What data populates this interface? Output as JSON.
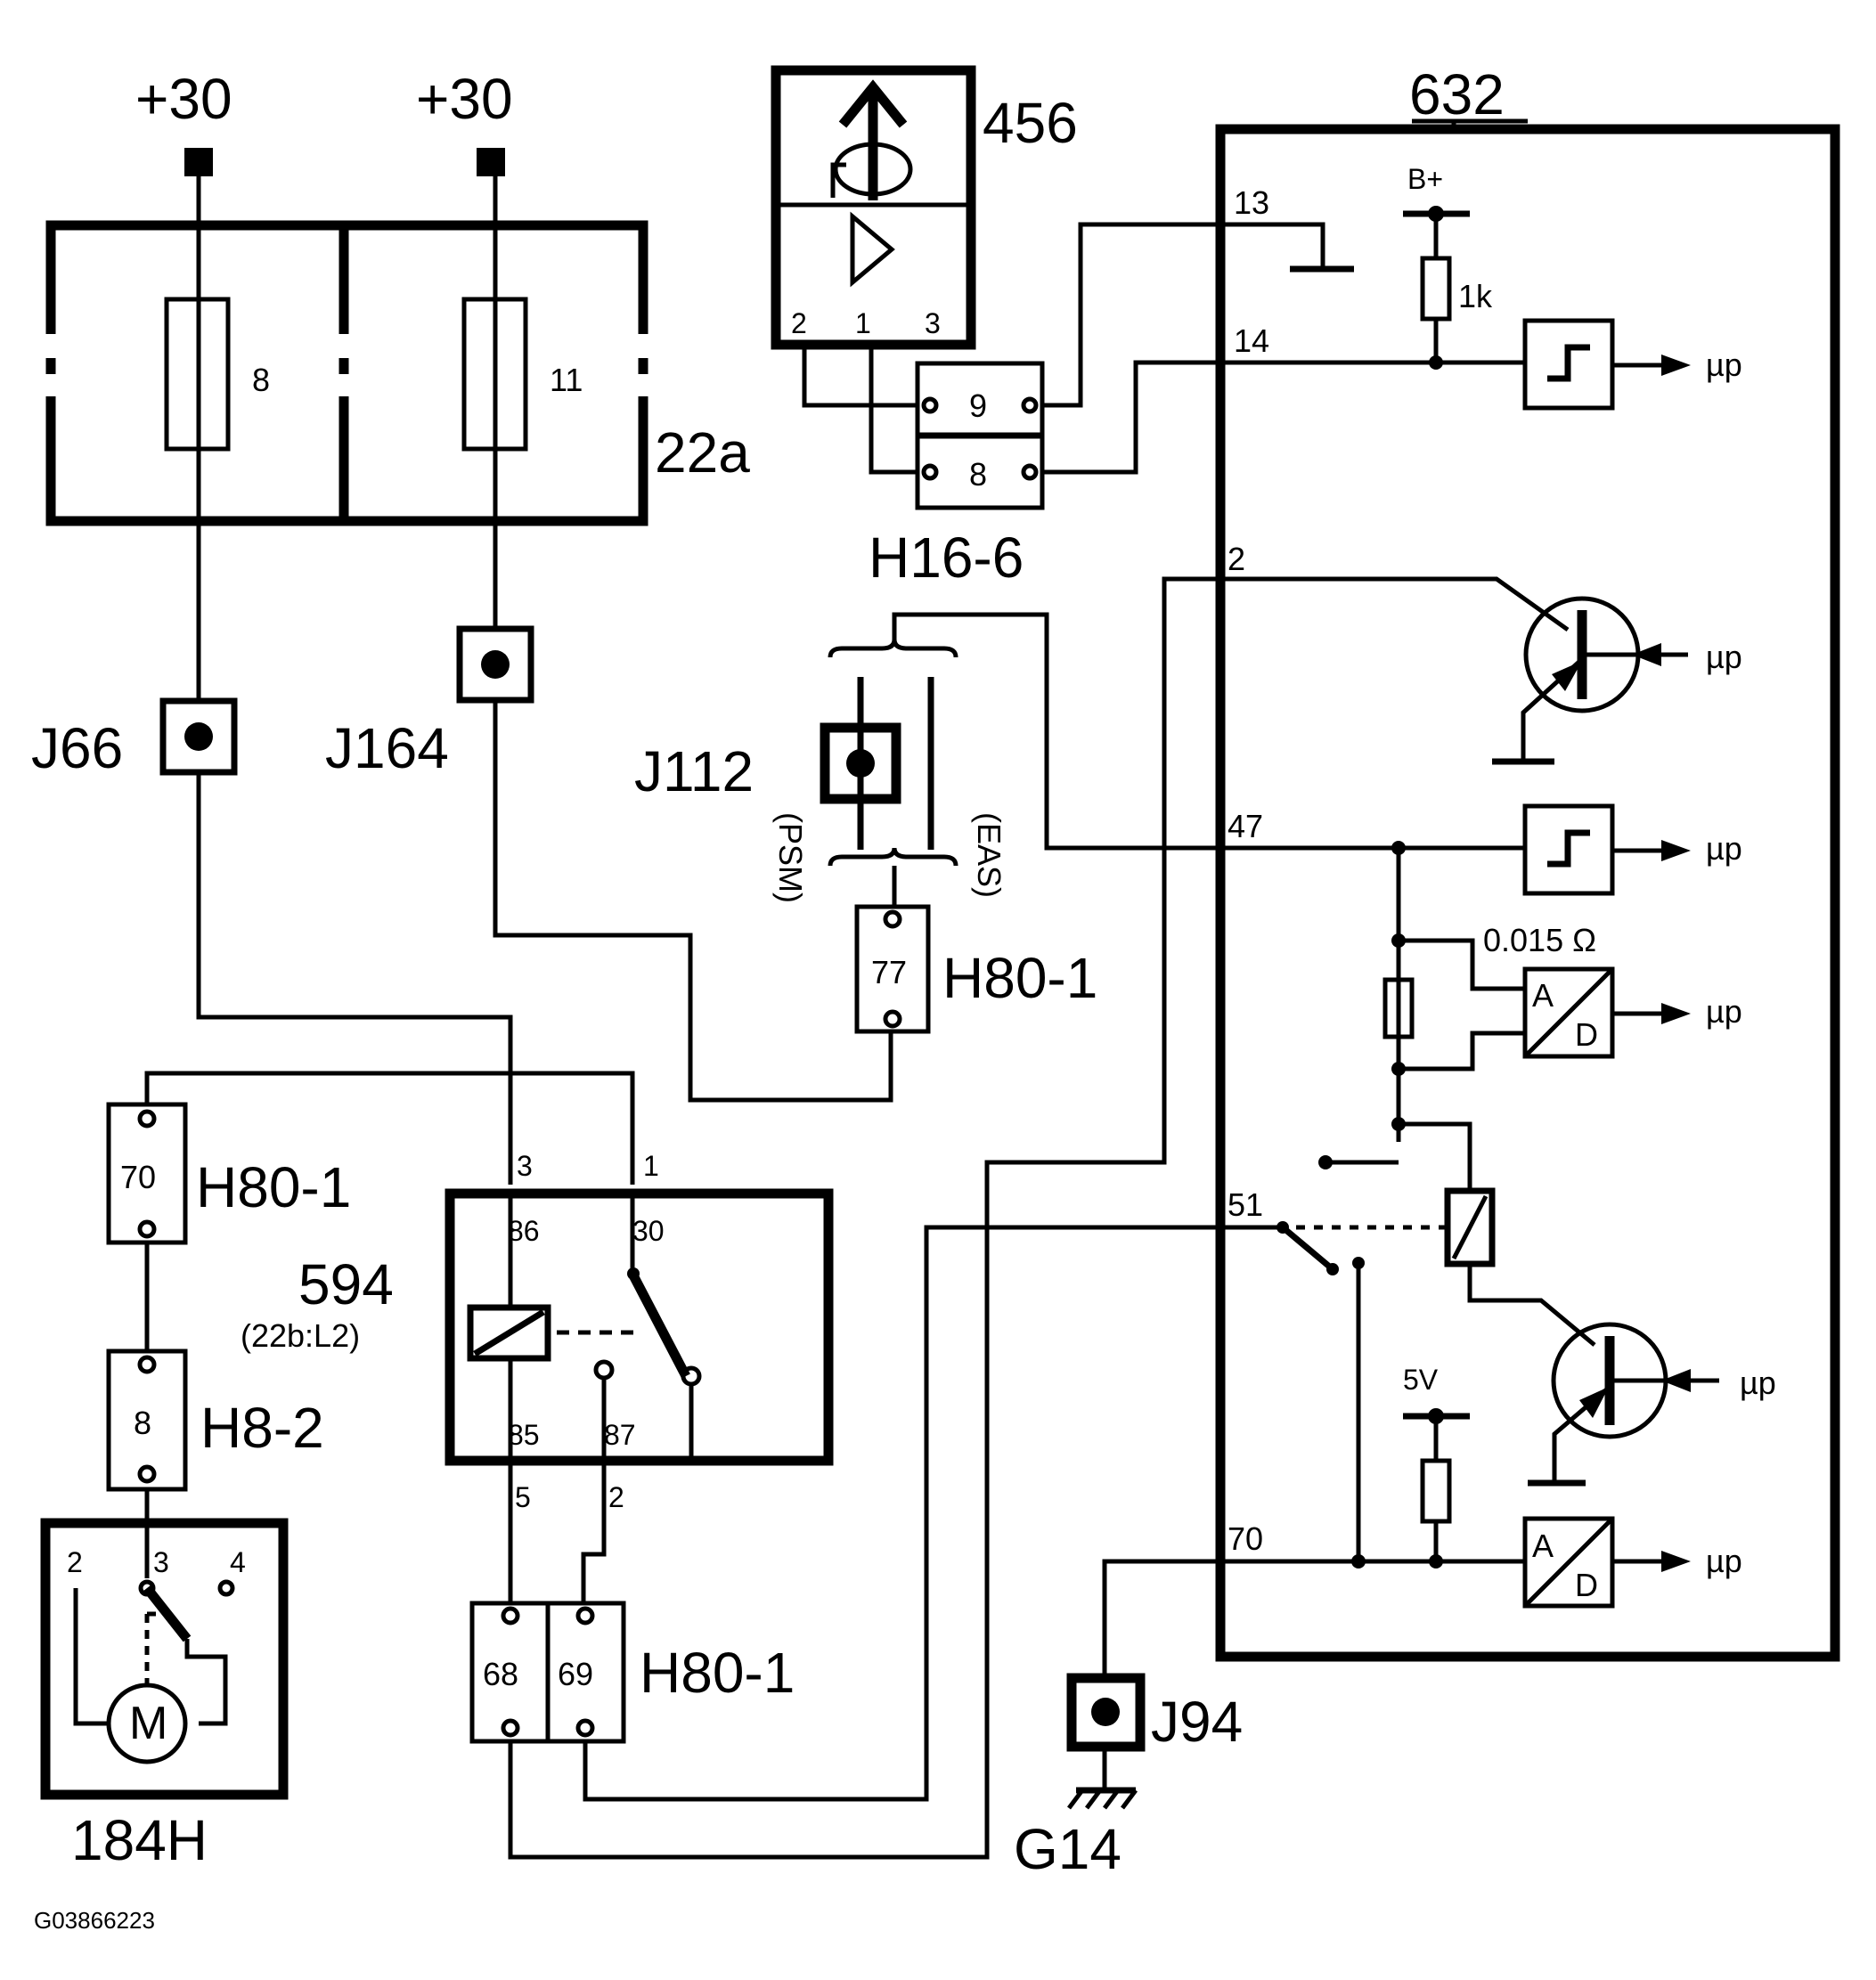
{
  "diagram": {
    "labels": {
      "supply_left": "+30",
      "supply_right": "+30",
      "fuse_left": "8",
      "fuse_right": "11",
      "fusebox": "22a",
      "j66": "J66",
      "j164": "J164",
      "j112": "J112",
      "psm": "PSM",
      "eas": "EAS",
      "c456": "456",
      "h16_6": "H16-6",
      "h16_pin9": "9",
      "h16_pin8": "8",
      "s456_pin2": "2",
      "s456_pin1": "1",
      "s456_pin3": "3",
      "ecu": "632",
      "pin13": "13",
      "pin14": "14",
      "pin2": "2",
      "pin47": "47",
      "pin51": "51",
      "pin70": "70",
      "bplus": "B+",
      "r1k": "1k",
      "shunt": "0.015 Ω",
      "v5": "5V",
      "mu1": "µp",
      "mu2": "µp",
      "mu3": "µp",
      "mu4": "µp",
      "mu5": "µp",
      "mu6": "µp",
      "a1": "A",
      "d1": "D",
      "a2": "A",
      "d2": "D",
      "h80_77": "77",
      "h80_label_77": "H80-1",
      "h80_70": "70",
      "h80_label_70": "H80-1",
      "h8_8": "8",
      "h8_label": "H8-2",
      "relay": "594",
      "relay_sub": "(22b:L2)",
      "r_pin3": "3",
      "r_pin1": "1",
      "r_86": "86",
      "r_30": "30",
      "r_85": "85",
      "r_87": "87",
      "r_pin5": "5",
      "r_pin2": "2",
      "h80_68": "68",
      "h80_69": "69",
      "h80_label_6869": "H80-1",
      "m_pin2": "2",
      "m_pin3": "3",
      "m_pin4": "4",
      "motor": "M",
      "motor_label": "184H",
      "j94": "J94",
      "g14": "G14",
      "figure_id": "G03866223"
    }
  }
}
